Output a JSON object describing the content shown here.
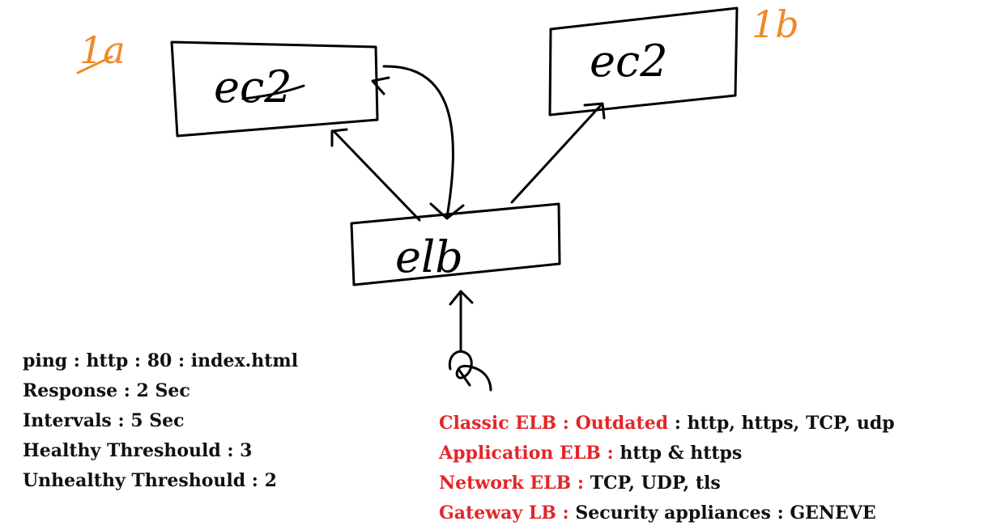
{
  "colors": {
    "ink": "#000000",
    "annotation": "#f08a28",
    "highlight": "#e32629"
  },
  "diagram": {
    "box_left_label": "ec2",
    "box_right_label": "ec2",
    "box_center_label": "elb",
    "zone_left_label": "1a",
    "zone_right_label": "1b",
    "user_icon": "hand-pointer-icon"
  },
  "health_check": {
    "ping": "ping : http : 80 : index.html",
    "response": "Response : 2 Sec",
    "intervals": "Intervals : 5 Sec",
    "healthy": "Healthy Threshould : 3",
    "unhealthy": "Unhealthy Threshould : 2"
  },
  "lb_types": [
    {
      "name": "Classic ELB : Outdated",
      "desc": " : http, https, TCP, udp"
    },
    {
      "name": "Application ELB :",
      "desc": " http & https"
    },
    {
      "name": "Network ELB :",
      "desc": " TCP, UDP, tls"
    },
    {
      "name": "Gateway LB :",
      "desc": " Security appliances : GENEVE"
    }
  ]
}
